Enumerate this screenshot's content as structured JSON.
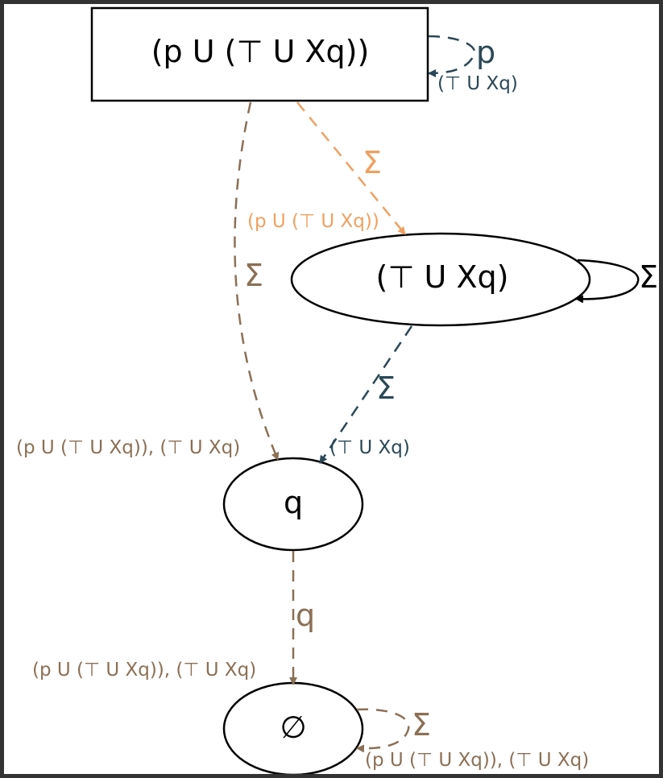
{
  "colors": {
    "brown": "#8b7055",
    "orange": "#f0a060",
    "slate": "#2a4856",
    "black": "#000000"
  },
  "nodes": {
    "initial": {
      "label": "(p U (⊤ U Xq))"
    },
    "until_xq": {
      "label": "(⊤ U Xq)"
    },
    "q": {
      "label": "q"
    },
    "empty": {
      "label": "∅"
    }
  },
  "edges": {
    "initial_self": {
      "label": "p",
      "sublabel": "(⊤ U Xq)"
    },
    "initial_to_until": {
      "label": "Σ",
      "sublabel": "(p U (⊤ U Xq))"
    },
    "initial_to_q": {
      "label": "Σ",
      "sublabel": "(p U (⊤ U Xq)), (⊤ U Xq)"
    },
    "until_self": {
      "label": "Σ"
    },
    "until_to_q": {
      "label": "Σ",
      "sublabel": "(⊤ U Xq)"
    },
    "q_to_empty": {
      "label": "q",
      "sublabel": "(p U (⊤ U Xq)), (⊤ U Xq)"
    },
    "empty_self": {
      "label": "Σ",
      "sublabel": "(p U (⊤ U Xq)), (⊤ U Xq)"
    }
  }
}
